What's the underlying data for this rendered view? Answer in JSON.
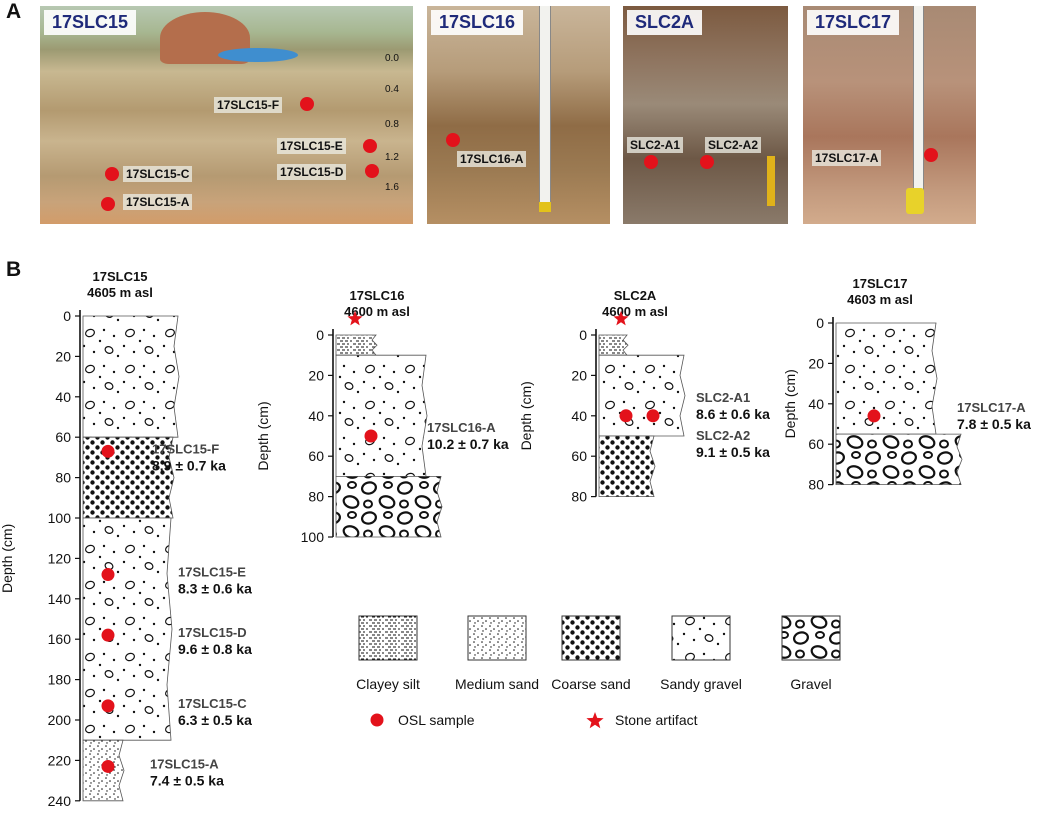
{
  "panel_a": {
    "letter": "A",
    "photos": [
      {
        "tag": "17SLC15",
        "labels": [
          "17SLC15-F",
          "17SLC15-E",
          "17SLC15-D",
          "17SLC15-C",
          "17SLC15-A"
        ],
        "scale_marks": [
          "0.0",
          "0.4",
          "0.8",
          "1.2",
          "1.6"
        ]
      },
      {
        "tag": "17SLC16",
        "labels": [
          "17SLC16-A"
        ]
      },
      {
        "tag": "SLC2A",
        "labels": [
          "SLC2-A1",
          "SLC2-A2"
        ]
      },
      {
        "tag": "17SLC17",
        "labels": [
          "17SLC17-A"
        ]
      }
    ]
  },
  "panel_b": {
    "letter": "B",
    "y_axis_label": "Depth (cm)",
    "sections": [
      {
        "name": "17SLC15",
        "elevation": "4605 m asl",
        "ticks": [
          "0",
          "20",
          "40",
          "60",
          "80",
          "100",
          "120",
          "140",
          "160",
          "180",
          "200",
          "220",
          "240"
        ],
        "samples": [
          {
            "id": "17SLC15-F",
            "age": "8.9 ± 0.7 ka",
            "depth": 67
          },
          {
            "id": "17SLC15-E",
            "age": "8.3 ± 0.6 ka",
            "depth": 128
          },
          {
            "id": "17SLC15-D",
            "age": "9.6 ± 0.8 ka",
            "depth": 158
          },
          {
            "id": "17SLC15-C",
            "age": "6.3 ± 0.5 ka",
            "depth": 193
          },
          {
            "id": "17SLC15-A",
            "age": "7.4 ± 0.5 ka",
            "depth": 223
          }
        ],
        "layers": [
          {
            "type": "Sandy gravel",
            "from": 0,
            "to": 60
          },
          {
            "type": "Coarse sand",
            "from": 60,
            "to": 100
          },
          {
            "type": "Sandy gravel",
            "from": 100,
            "to": 210
          },
          {
            "type": "Medium sand",
            "from": 210,
            "to": 240
          }
        ]
      },
      {
        "name": "17SLC16",
        "elevation": "4600 m asl",
        "ticks": [
          "0",
          "20",
          "40",
          "60",
          "80",
          "100"
        ],
        "samples": [
          {
            "id": "17SLC16-A",
            "age": "10.2 ± 0.7 ka",
            "depth": 50
          }
        ],
        "artifact_depth": -5,
        "layers": [
          {
            "type": "Clayey silt",
            "from": 0,
            "to": 10
          },
          {
            "type": "Sandy gravel",
            "from": 10,
            "to": 70
          },
          {
            "type": "Gravel",
            "from": 70,
            "to": 100
          }
        ]
      },
      {
        "name": "SLC2A",
        "elevation": "4600 m asl",
        "ticks": [
          "0",
          "20",
          "40",
          "60",
          "80"
        ],
        "samples": [
          {
            "id": "SLC2-A1",
            "age": "8.6 ± 0.6 ka",
            "depth": 40
          },
          {
            "id": "SLC2-A2",
            "age": "9.1 ± 0.5 ka",
            "depth": 40
          }
        ],
        "artifact_depth": -5,
        "layers": [
          {
            "type": "Clayey silt",
            "from": 0,
            "to": 10
          },
          {
            "type": "Sandy gravel",
            "from": 10,
            "to": 50
          },
          {
            "type": "Coarse sand",
            "from": 50,
            "to": 80
          }
        ]
      },
      {
        "name": "17SLC17",
        "elevation": "4603 m asl",
        "ticks": [
          "0",
          "20",
          "40",
          "60",
          "80"
        ],
        "samples": [
          {
            "id": "17SLC17-A",
            "age": "7.8 ± 0.5 ka",
            "depth": 46
          }
        ],
        "layers": [
          {
            "type": "Sandy gravel",
            "from": 0,
            "to": 55
          },
          {
            "type": "Gravel",
            "from": 55,
            "to": 80
          }
        ]
      }
    ],
    "legend": {
      "patterns": [
        "Clayey silt",
        "Medium sand",
        "Coarse sand",
        "Sandy gravel",
        "Gravel"
      ],
      "osl": "OSL sample",
      "artifact": "Stone artifact"
    },
    "colors": {
      "osl_marker": "#e3121b",
      "sample_label": "#444444",
      "ink": "#111111"
    }
  }
}
